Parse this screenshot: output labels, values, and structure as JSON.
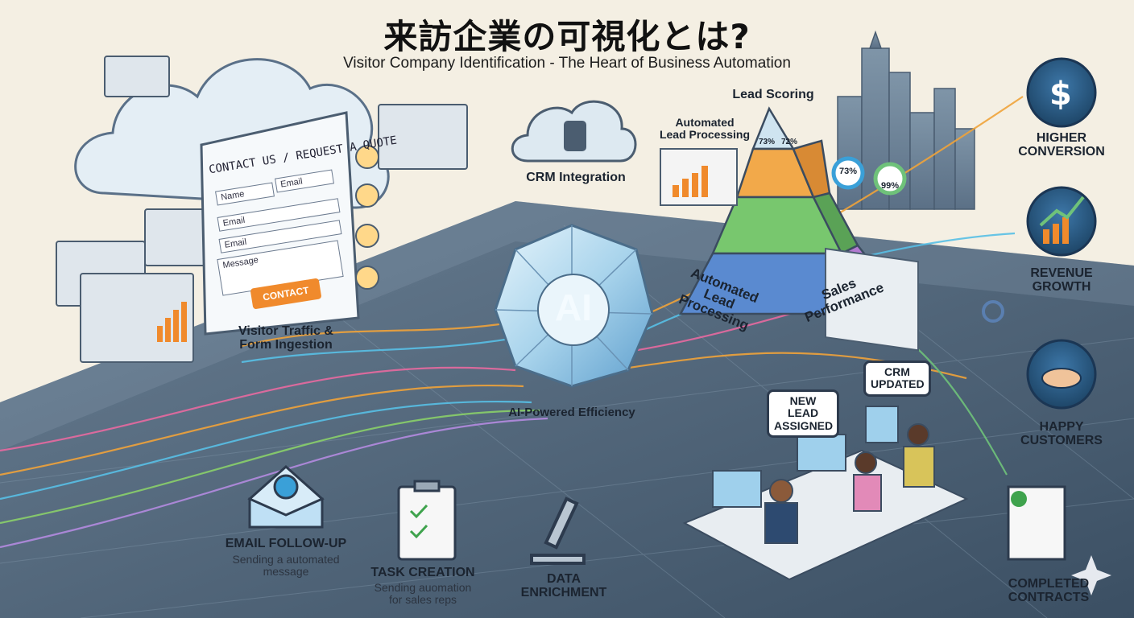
{
  "header": {
    "title": "来訪企業の可視化とは?",
    "subtitle": "Visitor Company Identification - The Heart of Business Automation"
  },
  "form": {
    "title": "CONTACT US / REQUEST A QUOTE",
    "fields": [
      "Name",
      "Email",
      "Email",
      "Email",
      "Message"
    ],
    "button": "CONTACT"
  },
  "stages": {
    "visitor_traffic": "Visitor Traffic &\nForm Ingestion",
    "crm_integration": "CRM Integration",
    "ai_core": "AI",
    "ai_efficiency": "AI-Powered Efficiency",
    "lead_scoring": "Lead Scoring",
    "automated_lead_processing_top": "Automated\nLead Processing",
    "automated_lead_processing_base": "Automated\nLead Processing",
    "sales_performance": "Sales Performance",
    "email_followup": "EMAIL FOLLOW-UP",
    "email_followup_desc": "Sending a automated\nmessage",
    "task_creation": "TASK CREATION",
    "task_creation_desc": "Sending auomation\nfor sales reps",
    "data_enrichment": "DATA\nENRICHMENT"
  },
  "pyramid_labels": {
    "left": "73%",
    "right": "72%"
  },
  "gauges": {
    "left": "73%",
    "right": "99%"
  },
  "bubbles": {
    "crm_updated": "CRM\nUPDATED",
    "new_lead": "NEW LEAD\nASSIGNED"
  },
  "outcomes": [
    {
      "label": "HIGHER\nCONVERSION",
      "icon": "dollar-icon"
    },
    {
      "label": "REVENUE\nGROWTH",
      "icon": "growth-chart-icon"
    },
    {
      "label": "HAPPY\nCUSTOMERS",
      "icon": "handshake-icon"
    },
    {
      "label": "COMPLETED\nCONTRACTS",
      "icon": "contract-icon"
    }
  ],
  "colors": {
    "background": "#f4efe3",
    "floor": "#4e6378",
    "accent_orange": "#f08a2c",
    "accent_blue": "#3aa0d8",
    "outcome_circle": "#2d5c8a"
  }
}
